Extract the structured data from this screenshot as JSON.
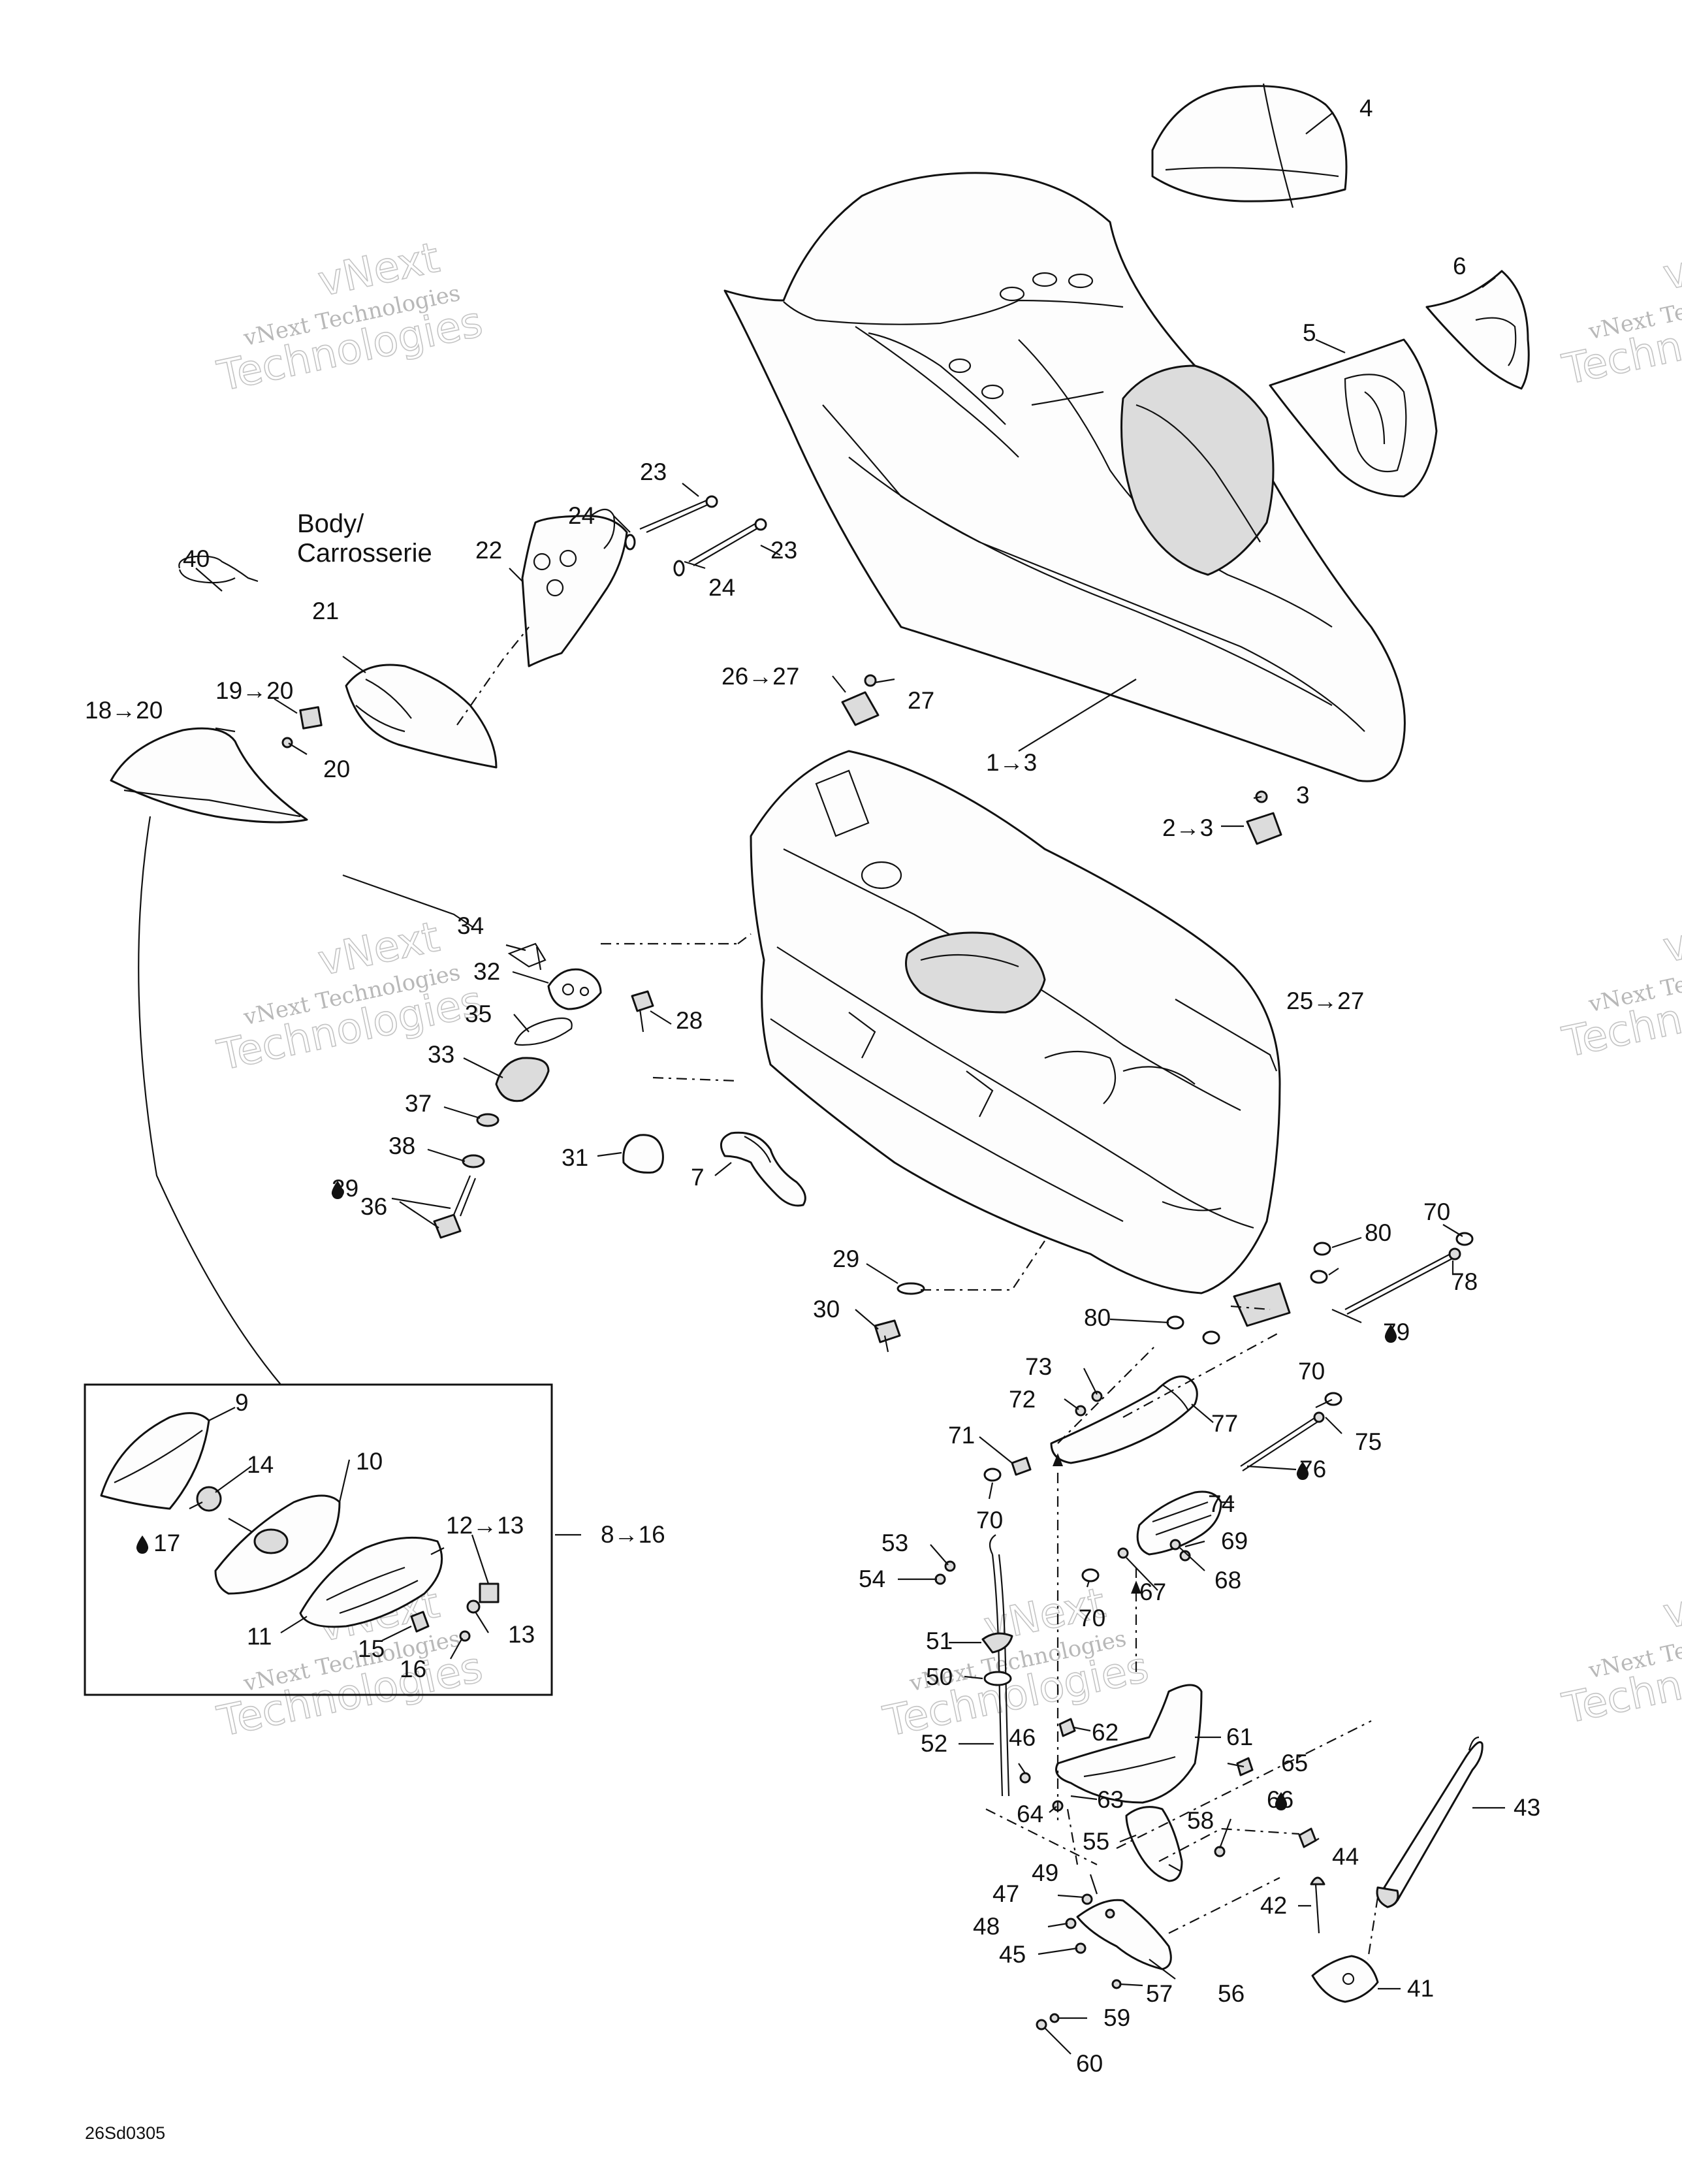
{
  "diagram": {
    "drawing_code": "26Sd0305",
    "watermark": {
      "brand": "vNext",
      "line1": "vNext Technologies",
      "line2": "Technologies"
    },
    "body_label": {
      "line1": "Body/",
      "line2": "Carrosserie"
    },
    "callouts": {
      "c1": "1→3",
      "c2": "2→3",
      "c3": "3",
      "c4": "4",
      "c5": "5",
      "c6": "6",
      "c7": "7",
      "c8": "8→16",
      "c9": "9",
      "c10": "10",
      "c11": "11",
      "c12": "12→13",
      "c13": "13",
      "c14": "14",
      "c15": "15",
      "c16": "16",
      "c17": "17",
      "c18": "18→20",
      "c19": "19→20",
      "c20": "20",
      "c21": "21",
      "c22": "22",
      "c23a": "23",
      "c23b": "23",
      "c24a": "24",
      "c24b": "24",
      "c25": "25→27",
      "c26": "26→27",
      "c27": "27",
      "c28": "28",
      "c29": "29",
      "c30": "30",
      "c31": "31",
      "c32": "32",
      "c33": "33",
      "c34": "34",
      "c35": "35",
      "c36": "36",
      "c37": "37",
      "c38": "38",
      "c39": "39",
      "c40": "40",
      "c41": "41",
      "c42": "42",
      "c43": "43",
      "c44": "44",
      "c45": "45",
      "c46": "46",
      "c47": "47",
      "c48": "48",
      "c49": "49",
      "c50": "50",
      "c51": "51",
      "c52": "52",
      "c53": "53",
      "c54": "54",
      "c55": "55",
      "c56": "56",
      "c57": "57",
      "c58": "58",
      "c59": "59",
      "c60": "60",
      "c61": "61",
      "c62": "62",
      "c63": "63",
      "c64": "64",
      "c65": "65",
      "c66": "66",
      "c67": "67",
      "c68": "68",
      "c69": "69",
      "c70a": "70",
      "c70b": "70",
      "c70c": "70",
      "c70d": "70",
      "c71": "71",
      "c72": "72",
      "c73": "73",
      "c74": "74",
      "c75": "75",
      "c76": "76",
      "c77": "77",
      "c78": "78",
      "c79": "79",
      "c80a": "80",
      "c80b": "80"
    }
  }
}
